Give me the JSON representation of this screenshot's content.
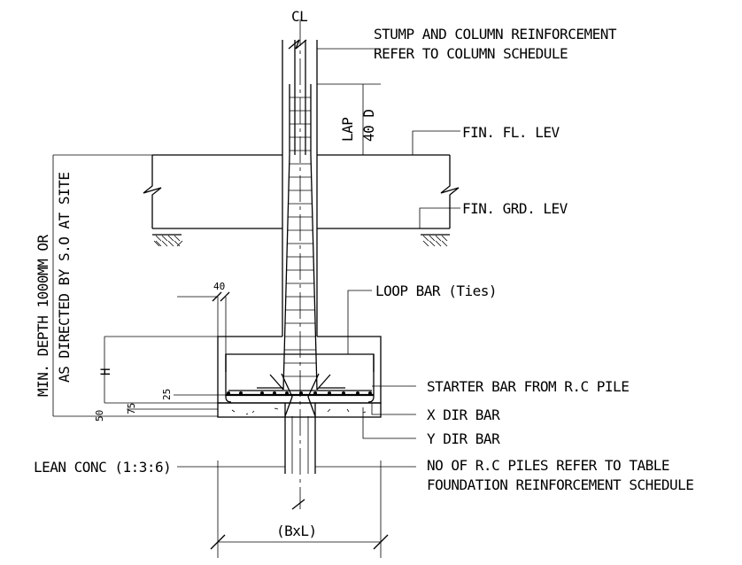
{
  "centerline_label": "CL",
  "labels": {
    "stump_line1": "STUMP AND COLUMN REINFORCEMENT",
    "stump_line2": "REFER TO COLUMN SCHEDULE",
    "lap_line1": "LAP",
    "lap_line2": "40 D",
    "fin_fl_lev": "FIN. FL. LEV",
    "fin_grd_lev": "FIN. GRD. LEV",
    "min_depth_line1": "MIN. DEPTH 1000MM OR",
    "min_depth_line2": "AS DIRECTED BY S.O AT SITE",
    "loop_bar": "LOOP BAR (Ties)",
    "starter_bar": "STARTER BAR FROM R.C PILE",
    "x_dir_bar": "X DIR BAR",
    "y_dir_bar": "Y DIR BAR",
    "lean_conc": "LEAN CONC (1:3:6)",
    "piles_line1": "NO OF R.C PILES REFER TO TABLE",
    "piles_line2": "FOUNDATION REINFORCEMENT SCHEDULE",
    "width_label": "(BxL)",
    "dim_h": "H",
    "dim_40": "40",
    "dim_25": "25",
    "dim_75": "75",
    "dim_50": "50"
  }
}
